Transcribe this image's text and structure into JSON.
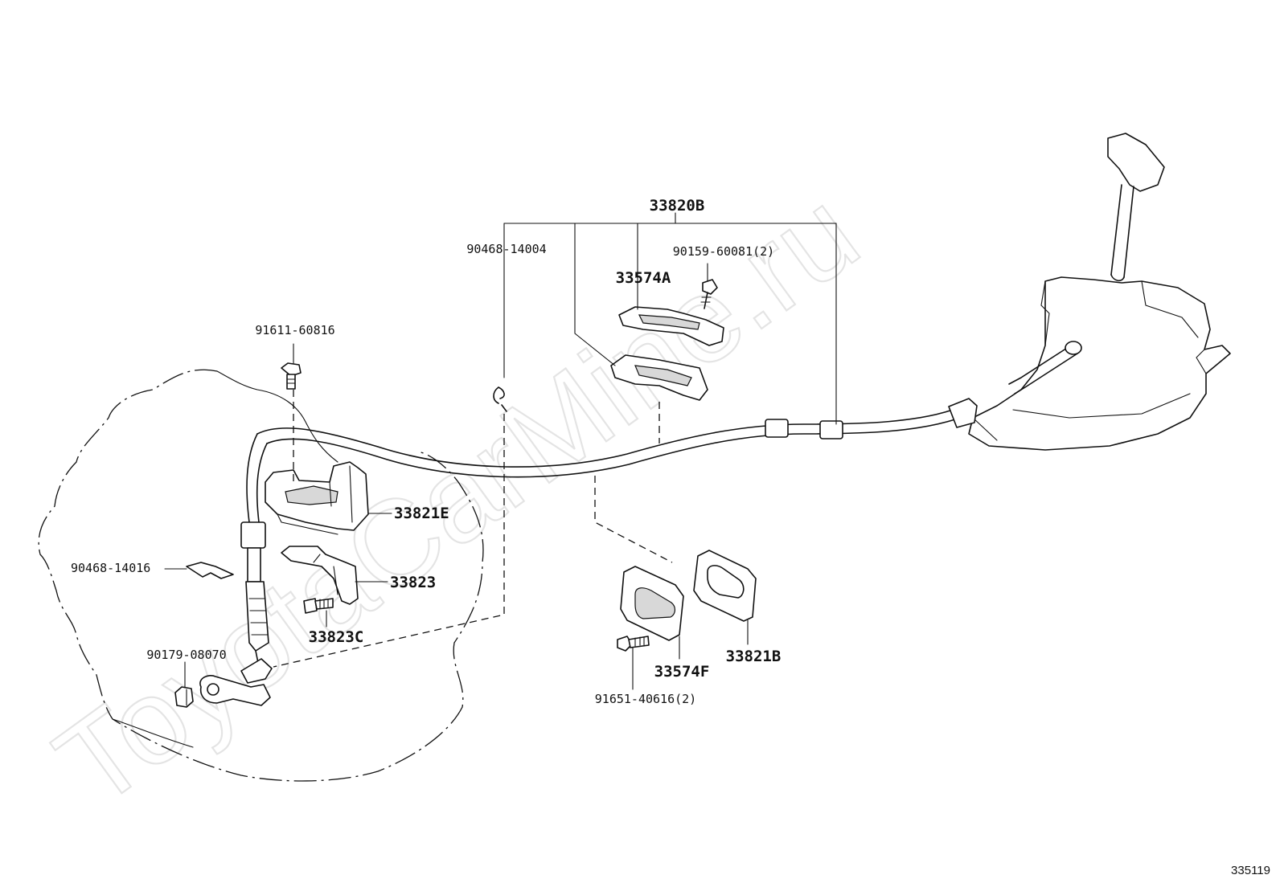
{
  "watermark": "ToyotaCarMine.ru",
  "figure_number": "335119",
  "part_labels": {
    "p33820B": "33820B",
    "p90468_14004": "90468-14004",
    "p90159_60081": "90159-60081(2)",
    "p33574A": "33574A",
    "p91611_60816": "91611-60816",
    "p33821E": "33821E",
    "p90468_14016": "90468-14016",
    "p33823": "33823",
    "p33823C": "33823C",
    "p90179_08070": "90179-08070",
    "p33574F": "33574F",
    "p33821B": "33821B",
    "p91651_40616": "91651-40616(2)"
  }
}
